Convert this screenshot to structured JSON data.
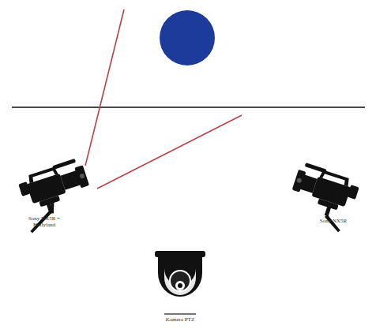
{
  "diagram": {
    "labels": [
      "Sony NX5R + Hollyland",
      "Sony NX5R",
      "Kamera PTZ"
    ]
  }
}
